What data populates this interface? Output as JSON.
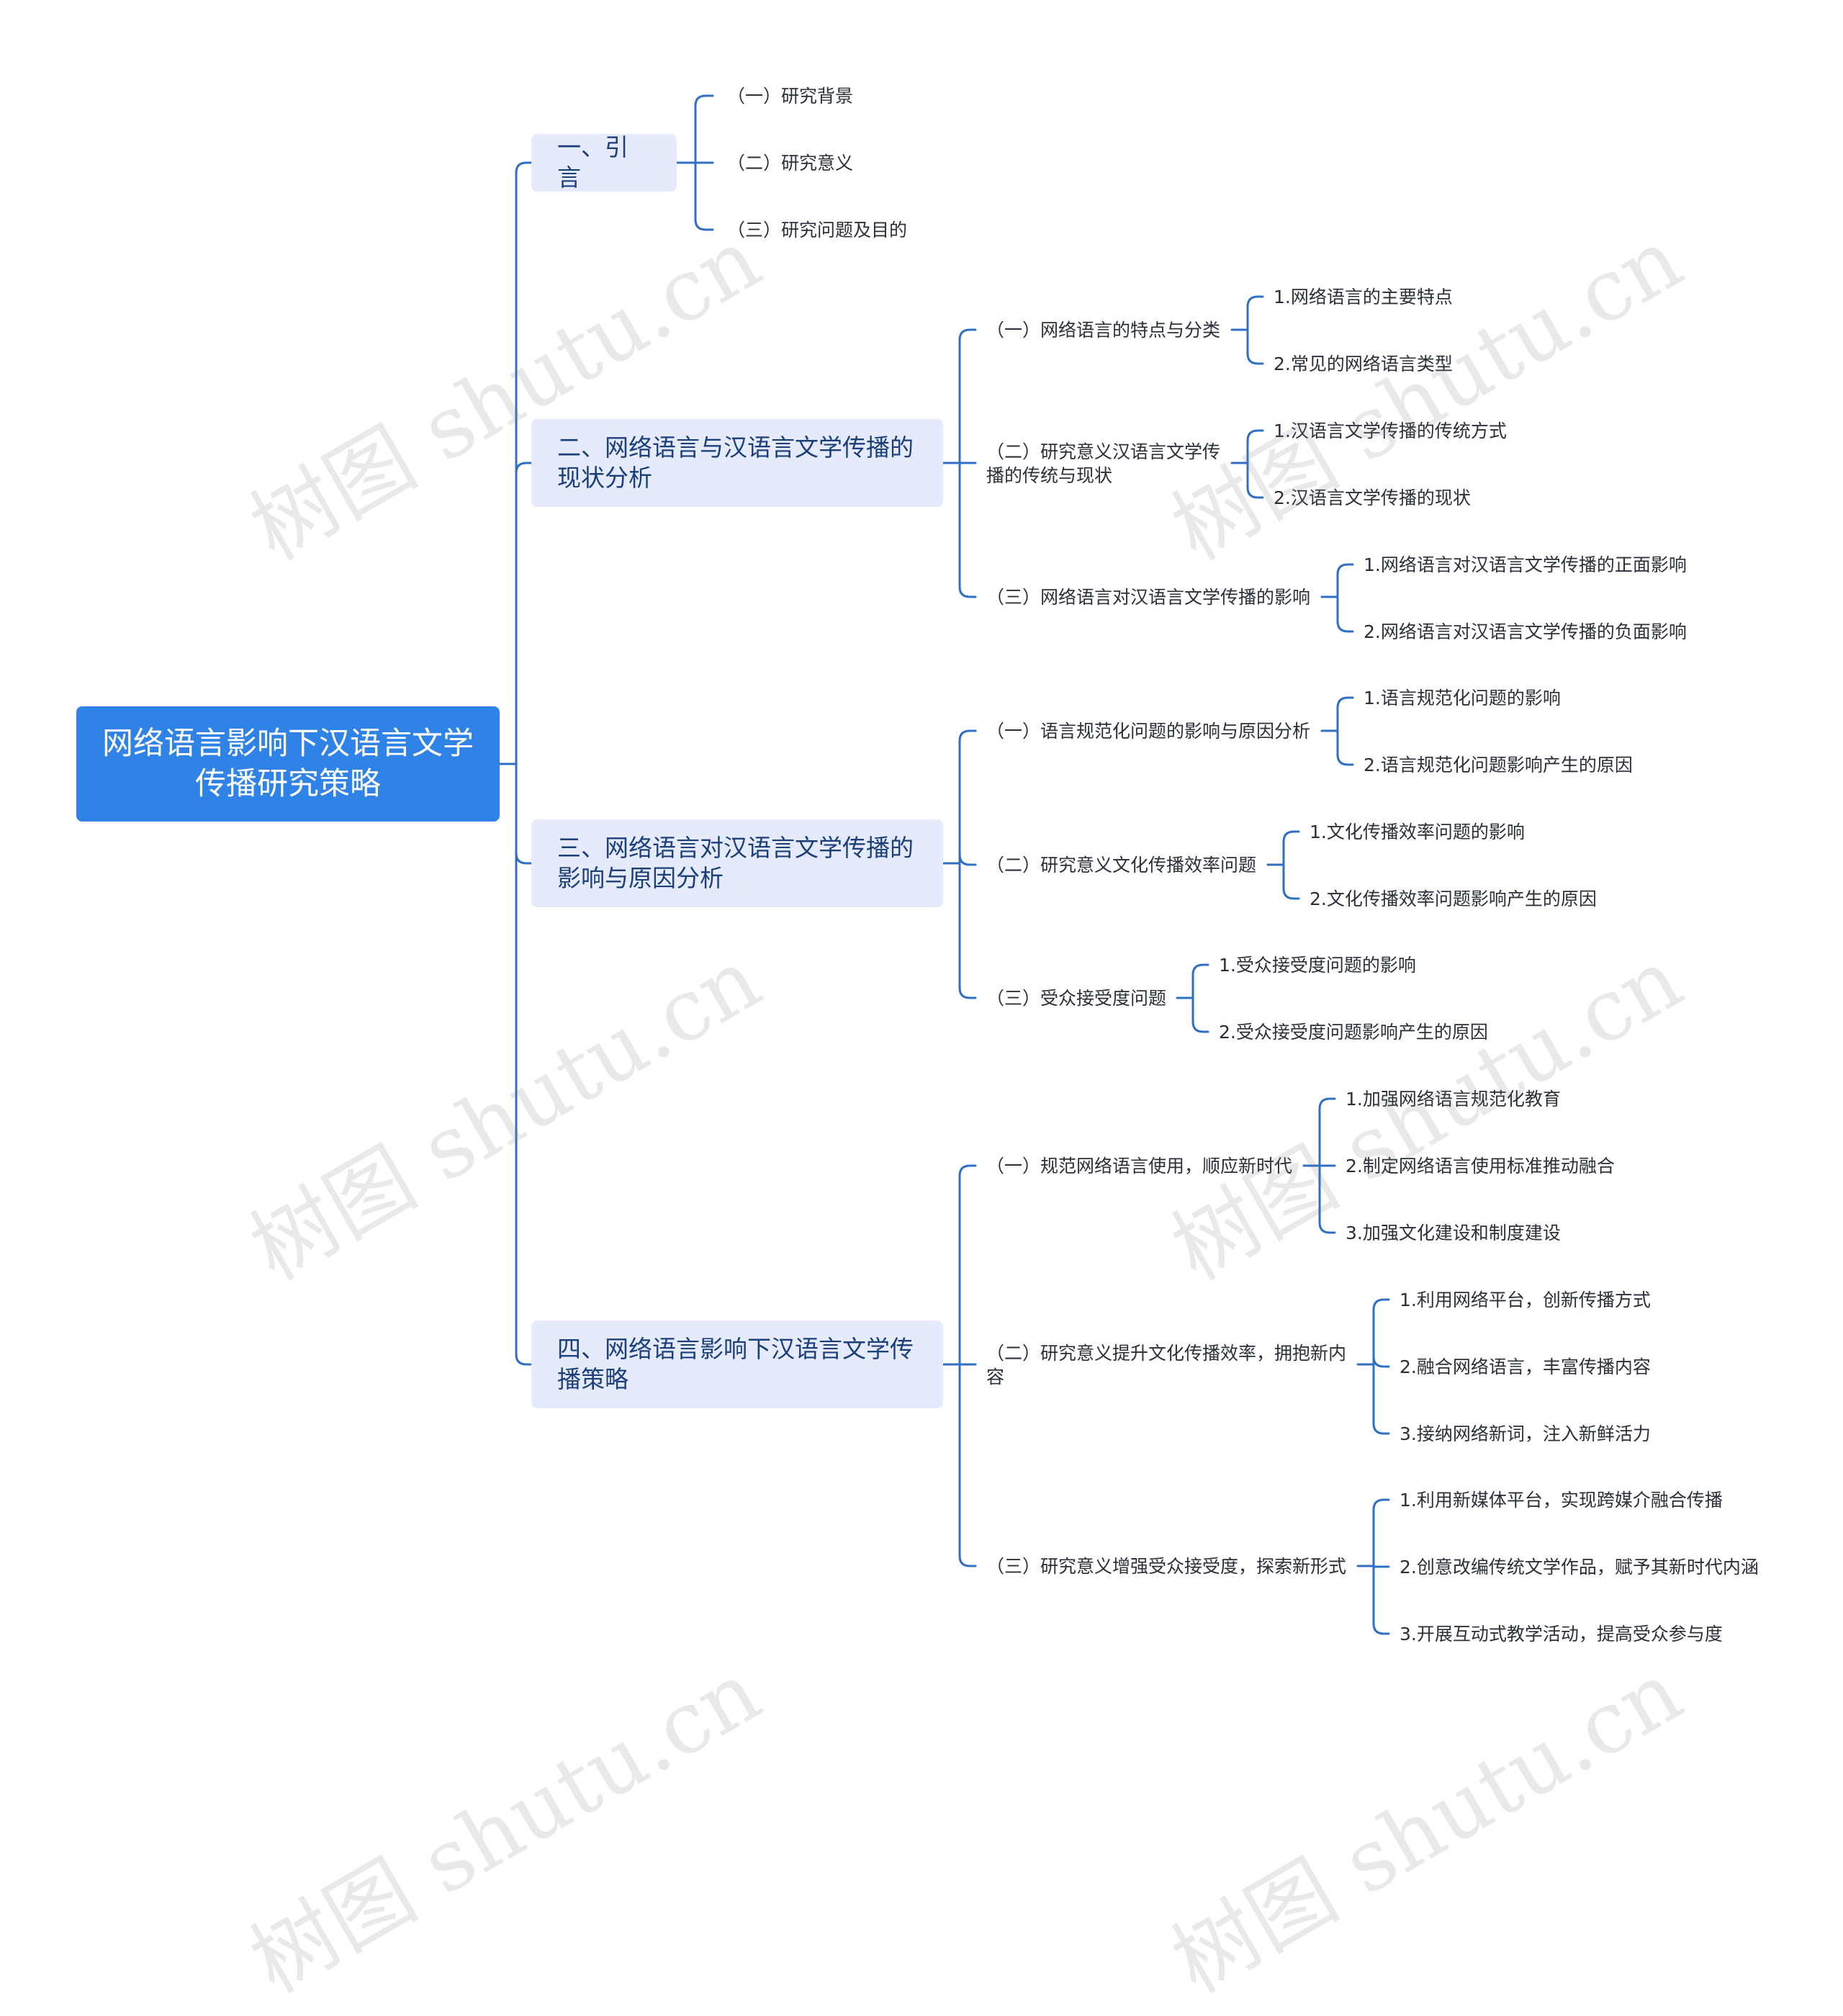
{
  "root": {
    "label": "网络语言影响下汉语言文学传播研究策略"
  },
  "sections": [
    {
      "label": "一、引言",
      "subs": [
        {
          "label": "（一）研究背景",
          "leaves": []
        },
        {
          "label": "（二）研究意义",
          "leaves": []
        },
        {
          "label": "（三）研究问题及目的",
          "leaves": []
        }
      ]
    },
    {
      "label": "二、网络语言与汉语言文学传播的现状分析",
      "subs": [
        {
          "label": "（一）网络语言的特点与分类",
          "leaves": [
            "1.网络语言的主要特点",
            "2.常见的网络语言类型"
          ]
        },
        {
          "label": "（二）研究意义汉语言文学传播的传统与现状",
          "leaves": [
            "1.汉语言文学传播的传统方式",
            "2.汉语言文学传播的现状"
          ]
        },
        {
          "label": "（三）网络语言对汉语言文学传播的影响",
          "leaves": [
            "1.网络语言对汉语言文学传播的正面影响",
            "2.网络语言对汉语言文学传播的负面影响"
          ]
        }
      ]
    },
    {
      "label": "三、网络语言对汉语言文学传播的影响与原因分析",
      "subs": [
        {
          "label": "（一）语言规范化问题的影响与原因分析",
          "leaves": [
            "1.语言规范化问题的影响",
            "2.语言规范化问题影响产生的原因"
          ]
        },
        {
          "label": "（二）研究意义文化传播效率问题",
          "leaves": [
            "1.文化传播效率问题的影响",
            "2.文化传播效率问题影响产生的原因"
          ]
        },
        {
          "label": "（三）受众接受度问题",
          "leaves": [
            "1.受众接受度问题的影响",
            "2.受众接受度问题影响产生的原因"
          ]
        }
      ]
    },
    {
      "label": "四、网络语言影响下汉语言文学传播策略",
      "subs": [
        {
          "label": "（一）规范网络语言使用，顺应新时代",
          "leaves": [
            "1.加强网络语言规范化教育",
            "2.制定网络语言使用标准推动融合",
            "3.加强文化建设和制度建设"
          ]
        },
        {
          "label": "（二）研究意义提升文化传播效率，拥抱新内容",
          "leaves": [
            "1.利用网络平台，创新传播方式",
            "2.融合网络语言，丰富传播内容",
            "3.接纳网络新词，注入新鲜活力"
          ]
        },
        {
          "label": "（三）研究意义增强受众接受度，探索新形式",
          "leaves": [
            "1.利用新媒体平台，实现跨媒介融合传播",
            "2.创意改编传统文学作品，赋予其新时代内涵",
            "3.开展互动式教学活动，提高受众参与度"
          ]
        }
      ]
    }
  ],
  "watermark": "树图 shutu.cn",
  "colors": {
    "root_bg": "#2f83e6",
    "section_bg": "#e5ebfc",
    "section_text": "#1b3f7a",
    "connector": "#2f6fc4"
  }
}
